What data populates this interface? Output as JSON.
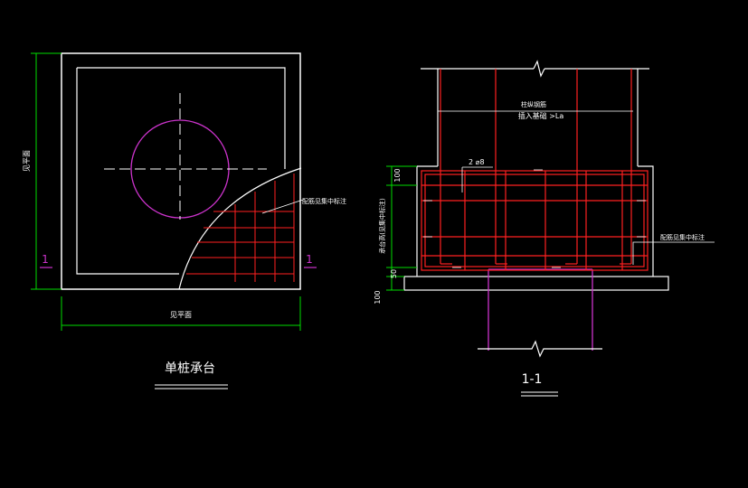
{
  "plan": {
    "title": "单桩承台",
    "dim_left": "见平面",
    "dim_bottom": "见平面",
    "section_mark": "1",
    "rebar_note": "配筋见集中标注"
  },
  "section": {
    "title": "1-1",
    "column_note_1": "柱纵钢筋",
    "column_note_2": "插入基础 >La",
    "stirrup_label": "2 ⌀8",
    "dim_100_top": "100",
    "dim_50": "50",
    "dim_100_bottom": "100",
    "height_label": "承台高(见集中标注)",
    "rebar_note": "配筋见集中标注"
  },
  "colors": {
    "outline": "#ffffff",
    "rebar": "#ff2020",
    "pile": "#cc33cc",
    "dimension": "#00dd00",
    "text": "#ffffff"
  }
}
